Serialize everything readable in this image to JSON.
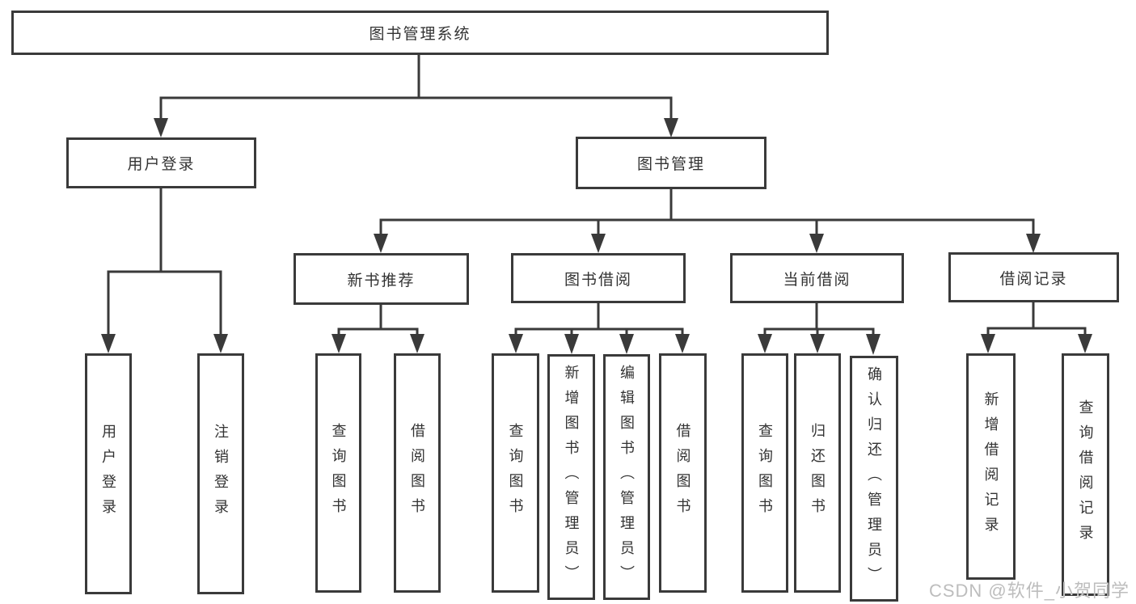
{
  "diagram": {
    "type": "hierarchy",
    "background": "#ffffff",
    "line_color": "#3a3a3a",
    "text_color": "#333333",
    "watermark": {
      "text": "CSDN @软件_小贺同学",
      "color": "#bdbdbd"
    },
    "tree": {
      "label": "图书管理系统",
      "children": [
        {
          "label": "用户登录",
          "children": [
            {
              "label": "用户登录"
            },
            {
              "label": "注销登录"
            }
          ]
        },
        {
          "label": "图书管理",
          "children": [
            {
              "label": "新书推荐",
              "children": [
                {
                  "label": "查询图书"
                },
                {
                  "label": "借阅图书"
                }
              ]
            },
            {
              "label": "图书借阅",
              "children": [
                {
                  "label": "查询图书"
                },
                {
                  "label": "新增图书（管理员）"
                },
                {
                  "label": "编辑图书（管理员）"
                },
                {
                  "label": "借阅图书"
                }
              ]
            },
            {
              "label": "当前借阅",
              "children": [
                {
                  "label": "查询图书"
                },
                {
                  "label": "归还图书"
                },
                {
                  "label": "确认归还（管理员）"
                }
              ]
            },
            {
              "label": "借阅记录",
              "children": [
                {
                  "label": "新增借阅记录"
                },
                {
                  "label": "查询借阅记录"
                }
              ]
            }
          ]
        }
      ]
    }
  }
}
